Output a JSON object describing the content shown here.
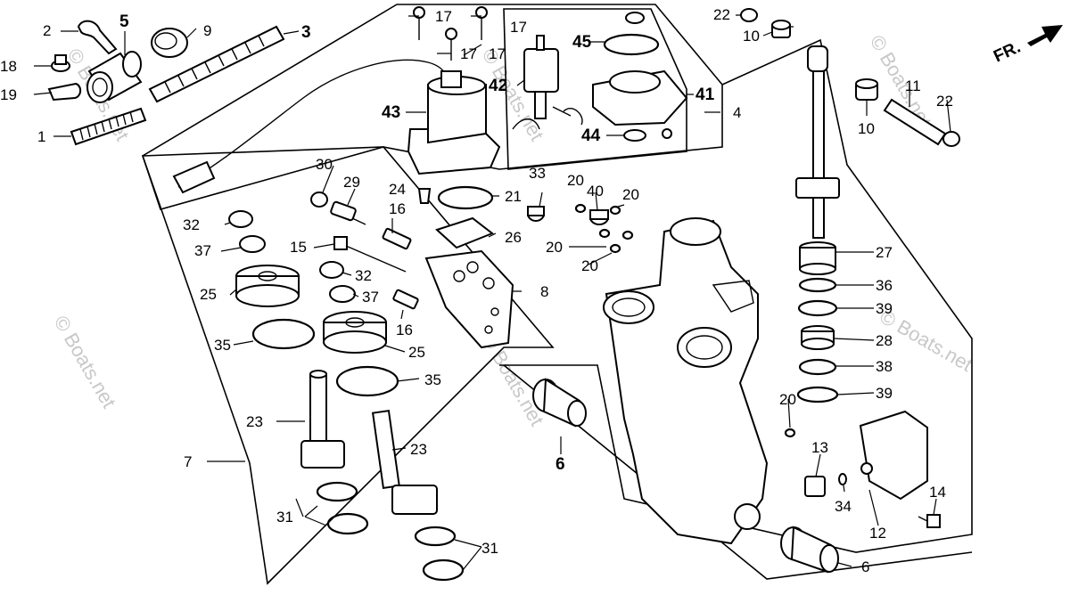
{
  "direction_label": "FR.",
  "watermark_text": "© Boats.net",
  "callouts": {
    "c1": "1",
    "c2": "2",
    "c3": "3",
    "c4": "4",
    "c5": "5",
    "c6a": "6",
    "c6b": "6",
    "c7": "7",
    "c8": "8",
    "c9": "9",
    "c10a": "10",
    "c10b": "10",
    "c11": "11",
    "c12": "12",
    "c13": "13",
    "c14": "14",
    "c15": "15",
    "c16a": "16",
    "c16b": "16",
    "c17a": "17",
    "c17b": "17",
    "c17c": "17",
    "c17d": "17",
    "c18": "18",
    "c19": "19",
    "c20a": "20",
    "c20b": "20",
    "c20c": "20",
    "c20d": "20",
    "c20e": "20",
    "c21": "21",
    "c22a": "22",
    "c22b": "22",
    "c23a": "23",
    "c23b": "23",
    "c24": "24",
    "c25a": "25",
    "c25b": "25",
    "c26": "26",
    "c27": "27",
    "c28": "28",
    "c29": "29",
    "c30": "30",
    "c31a": "31",
    "c31b": "31",
    "c32a": "32",
    "c32b": "32",
    "c33": "33",
    "c34": "34",
    "c35a": "35",
    "c35b": "35",
    "c36": "36",
    "c37a": "37",
    "c37b": "37",
    "c38": "38",
    "c39a": "39",
    "c39b": "39",
    "c40": "40",
    "c41": "41",
    "c42": "42",
    "c43": "43",
    "c44": "44",
    "c45": "45"
  }
}
